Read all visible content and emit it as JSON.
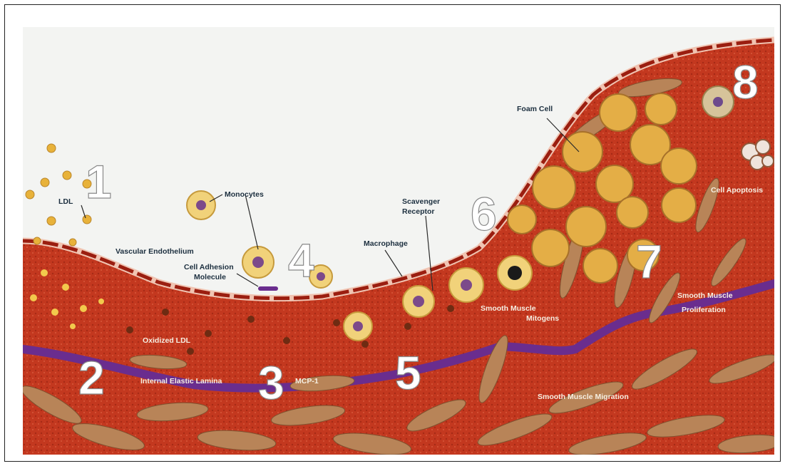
{
  "labels": {
    "ldl": "LDL",
    "monocytes": "Monocytes",
    "vascular_endothelium": "Vascular Endothelium",
    "cell_adhesion_1": "Cell Adhesion",
    "cell_adhesion_2": "Molecule",
    "scavenger_1": "Scavenger",
    "scavenger_2": "Receptor",
    "macrophage": "Macrophage",
    "foam_cell": "Foam Cell",
    "cell_apoptosis": "Cell Apoptosis",
    "oxidized_ldl": "Oxidized LDL",
    "internal_elastic_lamina": "Internal Elastic Lamina",
    "mcp1": "MCP-1",
    "smooth_muscle_mitogens_1": "Smooth Muscle",
    "smooth_muscle_mitogens_2": "Mitogens",
    "smooth_muscle_proliferation_1": "Smooth Muscle",
    "smooth_muscle_proliferation_2": "Proliferation",
    "smooth_muscle_migration": "Smooth Muscle Migration"
  },
  "numbers": [
    "1",
    "2",
    "3",
    "4",
    "5",
    "6",
    "7",
    "8"
  ],
  "colors": {
    "lumen": "#f3f4f2",
    "wall": "#c3381f",
    "wall_dark": "#8e1f12",
    "lamina": "#6a2d8e",
    "smooth_muscle": "#b88458",
    "ldl": "#e8b23a",
    "monocyte": "#f1d27a",
    "label_dark": "#1c2f3f",
    "label_light": "#f6efe2"
  }
}
